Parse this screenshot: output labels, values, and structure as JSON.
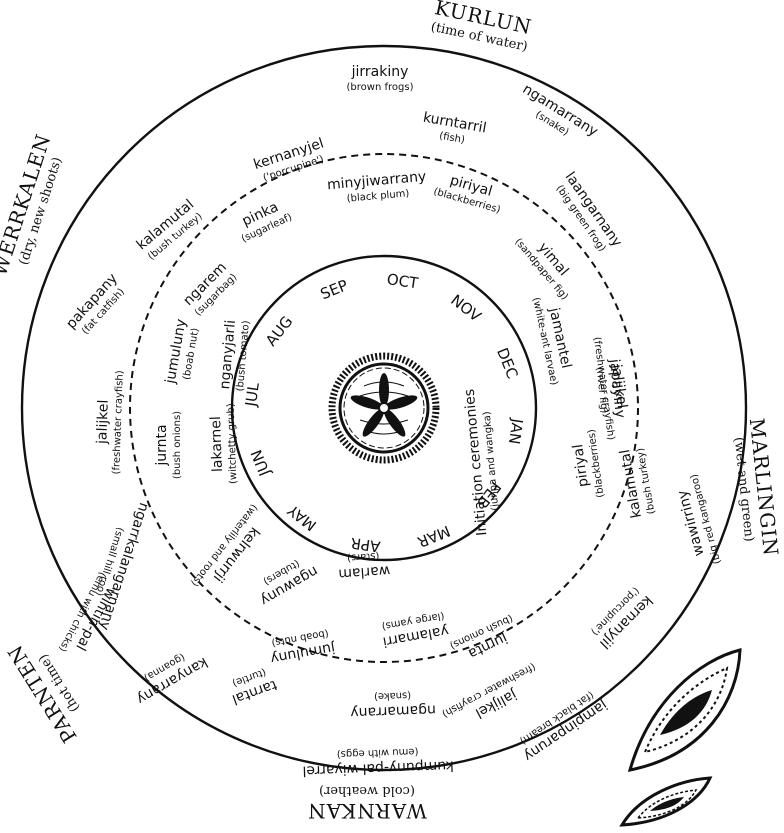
{
  "seasons": [
    {
      "name": "KURLUN",
      "sub": "(time of water)"
    },
    {
      "name": "MARLINGIN",
      "sub": "(wet and green)"
    },
    {
      "name": "WARNKAN",
      "sub": "(cold weather)"
    },
    {
      "name": "PARNTEN",
      "sub": "(hot time)"
    },
    {
      "name": "WERRKALEN",
      "sub": "(dry, new shoots)"
    }
  ],
  "resources": [
    {
      "name": "jirrakiny",
      "sub": "(brown frogs)"
    },
    {
      "name": "ngamarrany",
      "sub": "(snake)"
    },
    {
      "name": "kurntarril",
      "sub": "(fish)"
    },
    {
      "name": "kernanyjel",
      "sub": "('porcupine')"
    },
    {
      "name": "minyjiwarrany",
      "sub": "(black plum)"
    },
    {
      "name": "piriyal",
      "sub": "(blackberries)"
    },
    {
      "name": "laangarnany",
      "sub": "(big green frog)"
    },
    {
      "name": "yimal",
      "sub": "(sandpaper fig)"
    },
    {
      "name": "pinka",
      "sub": "(sugarleaf)"
    },
    {
      "name": "kalamutal",
      "sub": "(bush turkey)"
    },
    {
      "name": "ngarem",
      "sub": "(sugarbag)"
    },
    {
      "name": "pakapany",
      "sub": "(fat catfish)"
    },
    {
      "name": "jumuluny",
      "sub": "(boab nut)"
    },
    {
      "name": "nganyjarli",
      "sub": "(bush tomato)"
    },
    {
      "name": "jamantel",
      "sub": "(white-ant larvae)"
    },
    {
      "name": "jalijkel",
      "sub": "(freshwater crayfish)"
    },
    {
      "name": "japayiny",
      "sub": "(river fig)"
    },
    {
      "name": "jalijkel",
      "sub": "(freshwater crayfish)"
    },
    {
      "name": "jurnta",
      "sub": "(bush onions)"
    },
    {
      "name": "lakarnel",
      "sub": "(witchetty grub)"
    },
    {
      "name": "Initiation ceremonies",
      "sub": "(junpa and wangka)"
    },
    {
      "name": "piriyal",
      "sub": "(blackberries)"
    },
    {
      "name": "kalamutal",
      "sub": "(bush turkey)"
    },
    {
      "name": "wawirriny",
      "sub": "(big red kangaroo)"
    },
    {
      "name": "ngarrkalangarnany",
      "sub": "(small hill roo)"
    },
    {
      "name": "kelrwurrji",
      "sub": "(waterlily and roots)"
    },
    {
      "name": "ngawuny",
      "sub": "(tubers)"
    },
    {
      "name": "warlam",
      "sub": "(stars)"
    },
    {
      "name": "kernanyjil",
      "sub": "('porcupine')"
    },
    {
      "name": "wintin-pal",
      "sub": "(emu with chicks)"
    },
    {
      "name": "yalamarri",
      "sub": "(large yams)"
    },
    {
      "name": "jurnta",
      "sub": "(bush onions)"
    },
    {
      "name": "jumuluny",
      "sub": "(boab nuts)"
    },
    {
      "name": "kanyarrany",
      "sub": "(goanna)"
    },
    {
      "name": "tarntal",
      "sub": "(turtle)"
    },
    {
      "name": "jalijkel",
      "sub": "(freshwater crayfish)"
    },
    {
      "name": "ngamarrany",
      "sub": "(snake)"
    },
    {
      "name": "jampinparuny",
      "sub": "(fat black bream)"
    },
    {
      "name": "kumpuny-pal wiyarrel",
      "sub": "(emu with eggs)"
    }
  ],
  "months": [
    "SEP",
    "OCT",
    "NOV",
    "DEC",
    "JAN",
    "FEB",
    "MAR",
    "APR",
    "MAY",
    "JUN",
    "JUL",
    "AUG"
  ]
}
